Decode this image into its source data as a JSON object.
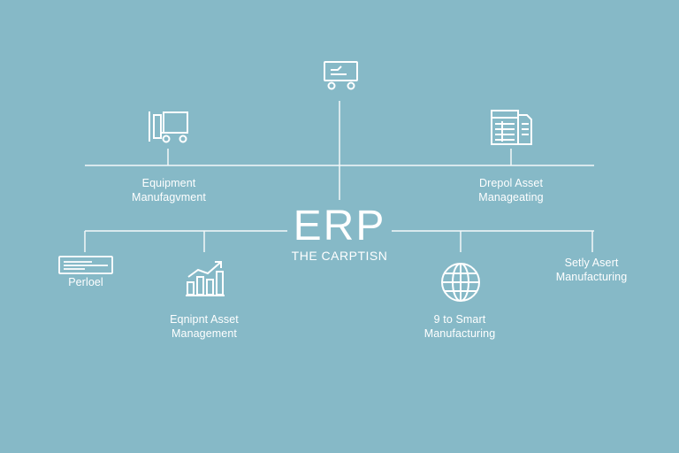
{
  "center": {
    "title": "ERP",
    "caption": "THE CARPTISN"
  },
  "nodes": [
    {
      "id": "top",
      "icon": "truck-icon",
      "lines": []
    },
    {
      "id": "eq-mfg",
      "icon": "forklift-icon",
      "lines": [
        "Equipment",
        "Manufagvment"
      ]
    },
    {
      "id": "dep",
      "icon": "spreadsheet-icon",
      "lines": [
        "Drepol Asset",
        "Manageating"
      ]
    },
    {
      "id": "per",
      "icon": "form-icon",
      "lines": [
        "Perloel"
      ]
    },
    {
      "id": "eq-asset",
      "icon": "growth-chart-icon",
      "lines": [
        "Eqnipnt Asset",
        "Management"
      ]
    },
    {
      "id": "smart",
      "icon": "globe-icon",
      "lines": [
        "9 to Smart",
        "Manufacturing"
      ]
    },
    {
      "id": "satly",
      "icon": "none",
      "lines": [
        "Setly Asert",
        "Manufacturing"
      ]
    }
  ],
  "colors": {
    "background": "#86b9c7",
    "line": "#ffffff",
    "text": "#ffffff"
  }
}
